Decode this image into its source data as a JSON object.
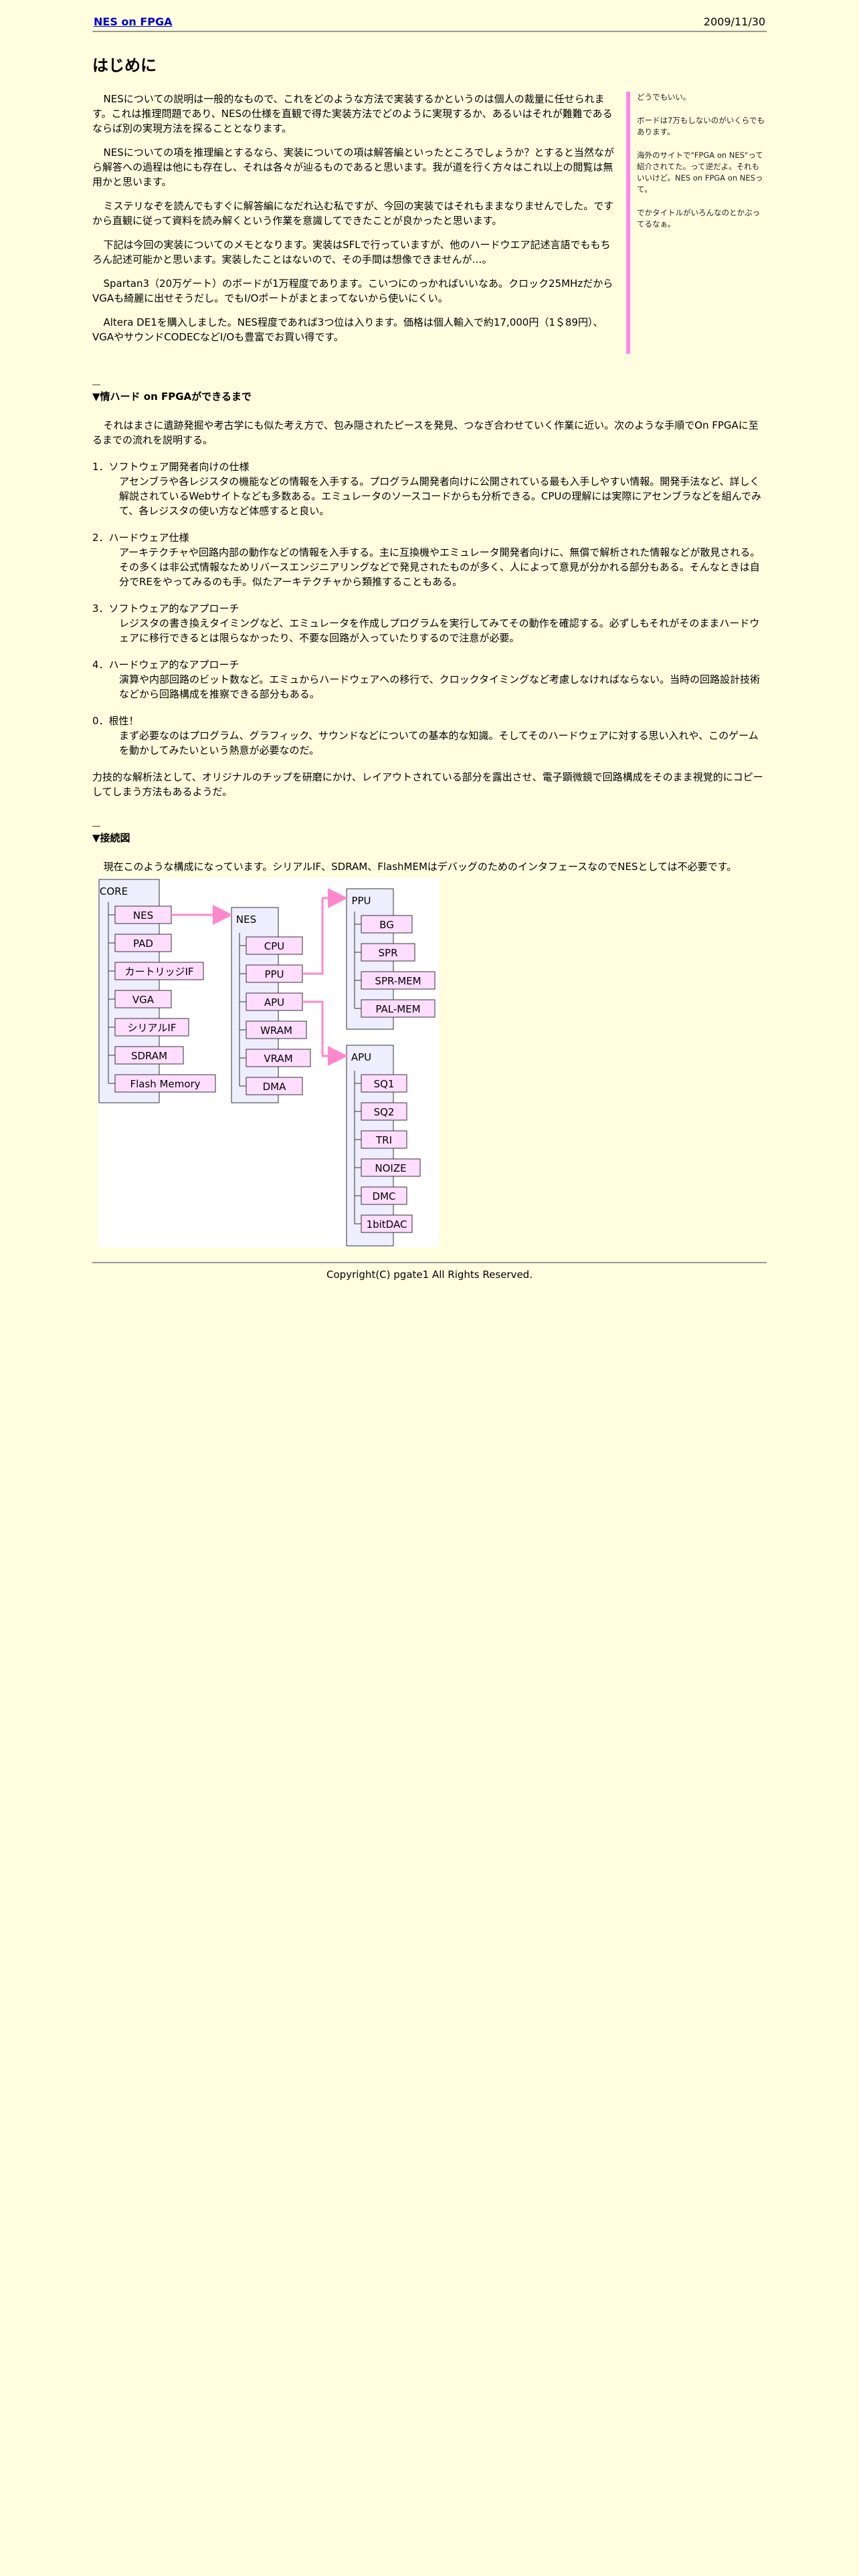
{
  "header": {
    "site_link": "NES on FPGA",
    "date": "2009/11/30"
  },
  "intro": {
    "title": "はじめに",
    "paragraphs": [
      "NESについての説明は一般的なもので、これをどのような方法で実装するかというのは個人の裁量に任せられます。これは推理問題であり、NESの仕様を直観で得た実装方法でどのように実現するか、あるいはそれが難難であるならば別の実現方法を探ることとなります。",
      "NESについての項を推理編とするなら、実装についての項は解答編といったところでしょうか？とすると当然ながら解答への過程は他にも存在し、それは各々が辿るものであると思います。我が道を行く方々はこれ以上の閲覧は無用かと思います。",
      "ミステリなぞを読んでもすぐに解答編になだれ込む私ですが、今回の実装ではそれもままなりませんでした。ですから直観に従って資料を読み解くという作業を意識してできたことが良かったと思います。",
      "下記は今回の実装についてのメモとなります。実装はSFLで行っていますが、他のハードウエア記述言語でももちろん記述可能かと思います。実装したことはないので、その手間は想像できませんが…。",
      "Spartan3（20万ゲート）のボードが1万程度であります。こいつにのっかればいいなあ。クロック25MHzだからVGAも綺麗に出せそうだし。でもI/Oポートがまとまってないから使いにくい。",
      "Altera DE1を購入しました。NES程度であれば3つ位は入ります。価格は個人輸入で約17,000円（1＄89円）、VGAやサウンドCODECなどI/Oも豊富でお買い得です。"
    ],
    "side_notes": [
      "どうでもいい。",
      "ボードは7万もしないのがいくらでもあります。",
      "海外のサイトで\"FPGA on NES\"って紹介されてた。って逆だよ。それもいいけど。NES on FPGA on NESって。",
      "でかタイトルがいろんなのとかぶってるなぁ。"
    ]
  },
  "section_flow": {
    "title": "▼情ハード on FPGAができるまで",
    "lead": "それはまさに遺跡発掘や考古学にも似た考え方で、包み隠されたピースを発見、つなぎ合わせていく作業に近い。次のような手順でOn FPGAに至るまでの流れを説明する。",
    "steps": [
      {
        "head": "1．ソフトウェア開発者向けの仕様",
        "body": "アセンブラや各レジスタの機能などの情報を入手する。プログラム開発者向けに公開されている最も入手しやすい情報。開発手法など、詳しく解説されているWebサイトなども多数ある。エミュレータのソースコードからも分析できる。CPUの理解には実際にアセンブラなどを組んでみて、各レジスタの使い方など体感すると良い。"
      },
      {
        "head": "2．ハードウェア仕様",
        "body": "アーキテクチャや回路内部の動作などの情報を入手する。主に互換機やエミュレータ開発者向けに、無償で解析された情報などが散見される。その多くは非公式情報なためリバースエンジニアリングなどで発見されたものが多く、人によって意見が分かれる部分もある。そんなときは自分でREをやってみるのも手。似たアーキテクチャから類推することもある。"
      },
      {
        "head": "3．ソフトウェア的なアプローチ",
        "body": "レジスタの書き換えタイミングなど、エミュレータを作成しプログラムを実行してみてその動作を確認する。必ずしもそれがそのままハードウェアに移行できるとは限らなかったり、不要な回路が入っていたりするので注意が必要。"
      },
      {
        "head": "4．ハードウェア的なアプローチ",
        "body": "演算や内部回路のビット数など。エミュからハードウェアへの移行で、クロックタイミングなど考慮しなければならない。当時の回路設計技術などから回路構成を推察できる部分もある。"
      },
      {
        "head": "0．根性！",
        "body": "まず必要なのはプログラム、グラフィック、サウンドなどについての基本的な知識。そしてそのハードウェアに対する思い入れや、このゲームを動かしてみたいという熱意が必要なのだ。"
      }
    ],
    "closing": "力技的な解析法として、オリジナルのチップを研磨にかけ、レイアウトされている部分を露出させ、電子顕微鏡で回路構成をそのまま視覚的にコピーしてしまう方法もあるようだ。"
  },
  "section_conn": {
    "title": "▼接続図",
    "lead": "現在このような構成になっています。シリアルIF、SDRAM、FlashMEMはデバッグのためのインタフェースなのでNESとしては不必要です。"
  },
  "diagram": {
    "core": {
      "title": "CORE",
      "items": [
        "NES",
        "PAD",
        "カートリッジIF",
        "VGA",
        "シリアルIF",
        "SDRAM",
        "Flash Memory"
      ]
    },
    "nes": {
      "title": "NES",
      "items": [
        "CPU",
        "PPU",
        "APU",
        "WRAM",
        "VRAM",
        "DMA"
      ]
    },
    "ppu": {
      "title": "PPU",
      "items": [
        "BG",
        "SPR",
        "SPR-MEM",
        "PAL-MEM"
      ]
    },
    "apu": {
      "title": "APU",
      "items": [
        "SQ1",
        "SQ2",
        "TRI",
        "NOIZE",
        "DMC",
        "1bitDAC"
      ]
    },
    "colors": {
      "panel": "#eeeeff",
      "box": "#ffddff",
      "arrow": "#ff88cc",
      "border": "#333333"
    }
  },
  "footer": {
    "copyright": "Copyright(C) pgate1 All Rights Reserved."
  }
}
